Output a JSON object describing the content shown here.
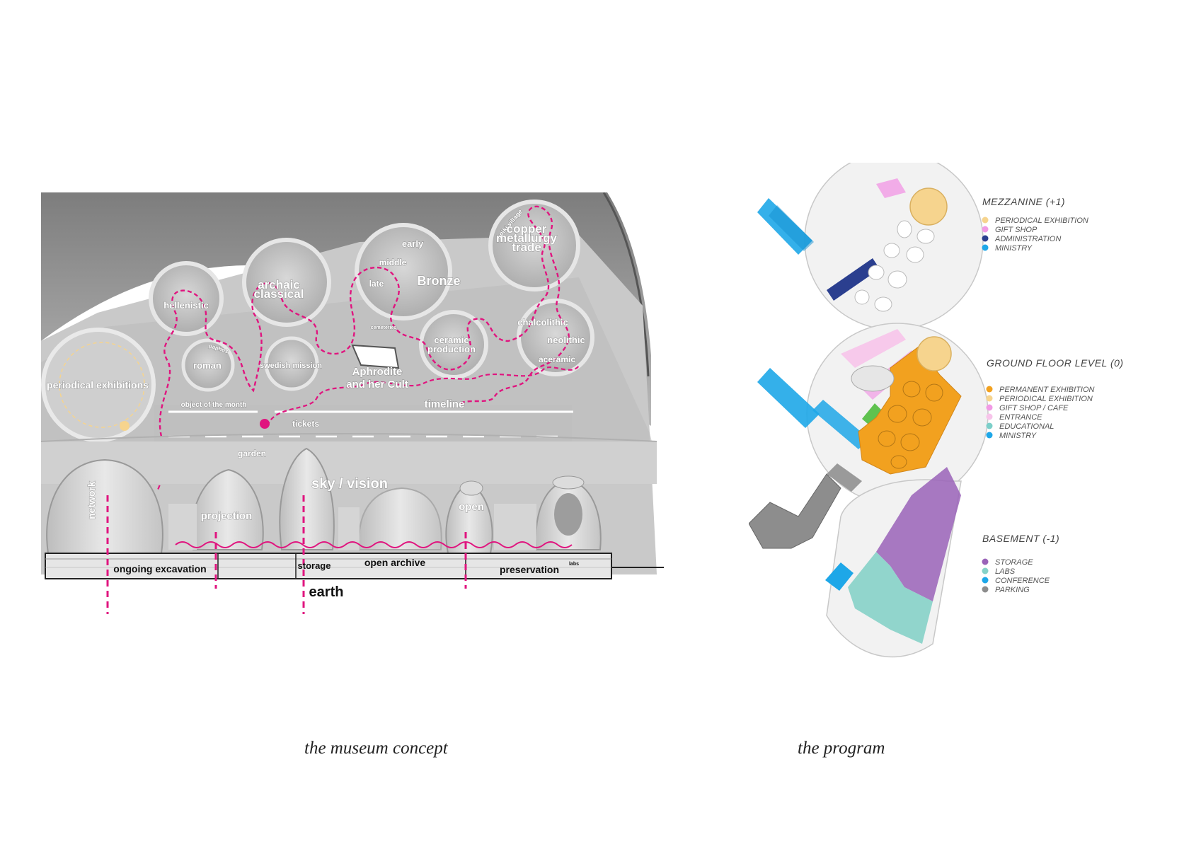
{
  "concept": {
    "labels": {
      "opiki_village": "opiki village",
      "copper": "copper",
      "metallurgy": "metallurgy",
      "trade": "trade",
      "early": "early",
      "middle": "middle",
      "late": "late",
      "bronze": "Bronze",
      "archaic": "archaic",
      "classical": "classical",
      "hellenistic": "hellenistic",
      "cemeteries": "cemeteries",
      "chalcolithic": "chalcolithic",
      "neolithic": "neolithic",
      "aceramic": "aceramic",
      "ceramic": "ceramic",
      "production": "production",
      "paphos": "paphos",
      "roman": "roman",
      "swedish_mission": "swedish mission",
      "aphrodite": "Aphrodite",
      "her_cult": "and her Cult",
      "periodical_exhibitions": "periodical exhibitions",
      "object_of_the_month": "object of the month",
      "timeline": "timeline",
      "tickets": "tickets",
      "garden": "garden",
      "network": "network",
      "projection": "projection",
      "sky_vision": "sky / vision",
      "open": "open",
      "ongoing_excavation": "ongoing excavation",
      "storage": "storage",
      "open_archive": "open archive",
      "preservation": "preservation",
      "labs": "labs",
      "earth": "earth"
    },
    "colors": {
      "path": "#e0157f",
      "periodical": "#f6d48e"
    }
  },
  "program": {
    "levels": [
      {
        "title": "MEZZANINE (+1)",
        "items": [
          {
            "label": "PERIODICAL EXHIBITION",
            "color": "#f6d48e"
          },
          {
            "label": "GIFT SHOP",
            "color": "#f19ae5"
          },
          {
            "label": "ADMINISTRATION",
            "color": "#2b3f8f"
          },
          {
            "label": "MINISTRY",
            "color": "#1ea7e8"
          }
        ]
      },
      {
        "title": "GROUND FLOOR LEVEL (0)",
        "items": [
          {
            "label": "PERMANENT EXHIBITION",
            "color": "#f2a11f"
          },
          {
            "label": "PERIODICAL EXHIBITION",
            "color": "#f6d48e"
          },
          {
            "label": "GIFT SHOP / CAFE",
            "color": "#f19ae5"
          },
          {
            "label": "ENTRANCE",
            "color": "#f7c4ea"
          },
          {
            "label": "EDUCATIONAL",
            "color": "#7ccfc9"
          },
          {
            "label": "MINISTRY",
            "color": "#1ea7e8"
          }
        ]
      },
      {
        "title": "BASEMENT (-1)",
        "items": [
          {
            "label": "STORAGE",
            "color": "#9a63b8"
          },
          {
            "label": "LABS",
            "color": "#86d2c8"
          },
          {
            "label": "CONFERENCE",
            "color": "#1ea7e8"
          },
          {
            "label": "PARKING",
            "color": "#8d8d8d"
          }
        ]
      }
    ]
  },
  "captions": {
    "left": "the museum concept",
    "right": "the program"
  }
}
